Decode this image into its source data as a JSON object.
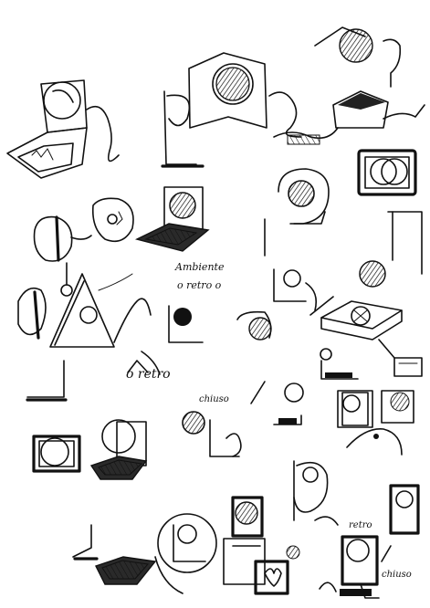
{
  "sheet": {
    "annotations": [
      "Ambiente",
      "o retro o",
      "o retro",
      "chiuso",
      "retro",
      "chiuso"
    ]
  }
}
